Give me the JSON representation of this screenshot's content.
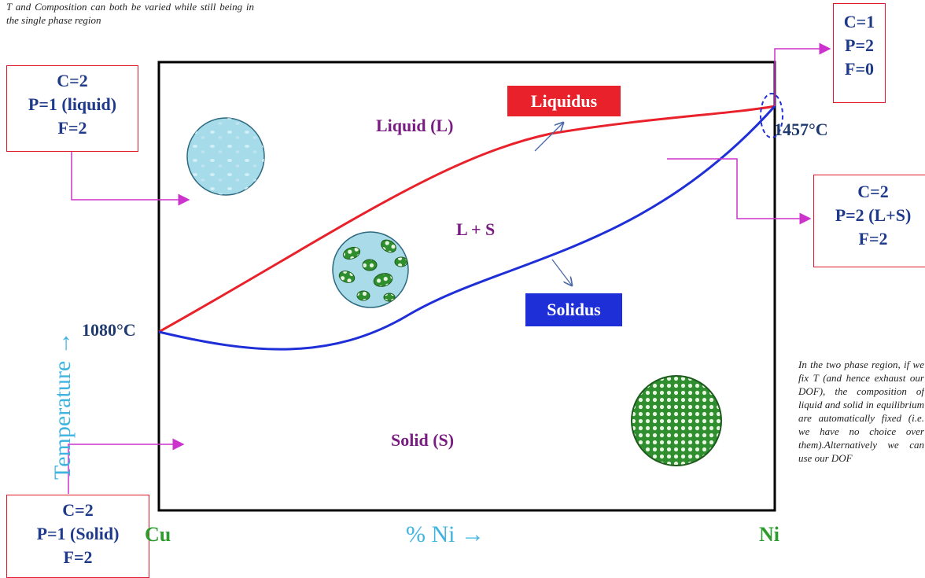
{
  "notes": {
    "top_left": "T and Composition can both be varied while still being in the single phase region",
    "bottom_right": "In the two phase region, if we fix T (and hence exhaust our DOF), the composition of liquid and solid in equilibrium are automatically fixed (i.e. we have no choice over them).Alternatively we can use our DOF"
  },
  "boxes": {
    "liquid": [
      "C=2",
      "P=1 (liquid)",
      "F=2"
    ],
    "solid": [
      "C=2",
      "P=1 (Solid)",
      "F=2"
    ],
    "melting_point": [
      "C=1",
      "P=2",
      "F=0"
    ],
    "two_phase": [
      "C=2",
      "P=2 (L+S)",
      "F=2"
    ]
  },
  "regions": {
    "liquid": "Liquid (L)",
    "two_phase": "L + S",
    "solid": "Solid (S)"
  },
  "curve_labels": {
    "liquidus": "Liquidus",
    "solidus": "Solidus"
  },
  "temperatures": {
    "cu_melting": "1080°C",
    "ni_melting": "1457°C"
  },
  "elements": {
    "left": "Cu",
    "right": "Ni"
  },
  "axes": {
    "x": "% Ni →",
    "y": "Temperature →"
  },
  "colors": {
    "liquidus": "#e8212b",
    "solidus": "#1f2fd8",
    "arrows": "#cc33cc",
    "liquid_droplet": "#9fd8e8",
    "solid_grain": "#2f8f2f"
  }
}
